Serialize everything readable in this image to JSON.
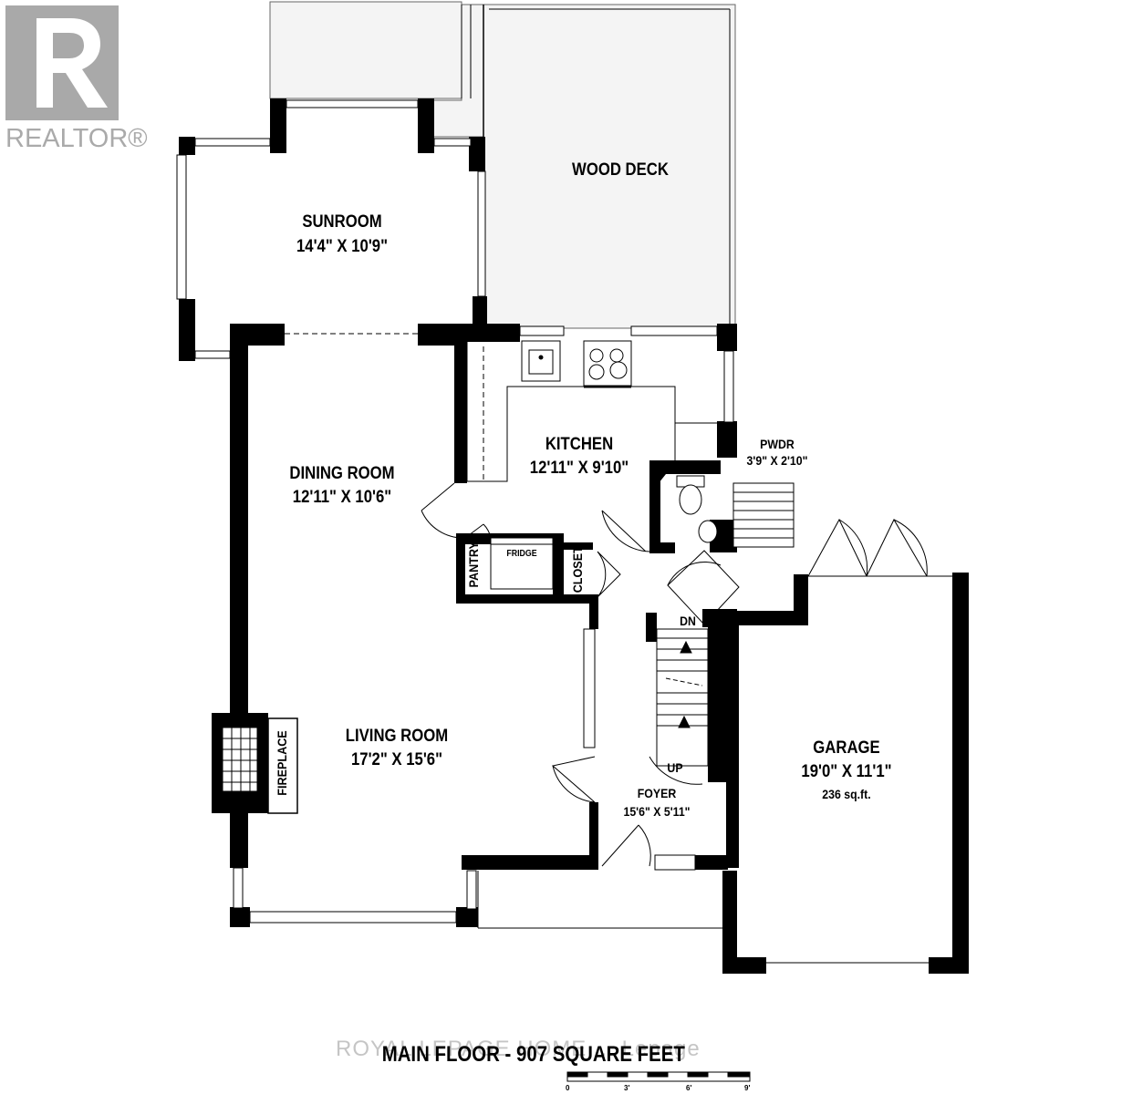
{
  "logo": {
    "text": "REALTOR®",
    "color": "#a9a9a9"
  },
  "rooms": {
    "wood_deck": {
      "name": "WOOD DECK"
    },
    "sunroom": {
      "name": "SUNROOM",
      "dims": "14'4\" X 10'9\""
    },
    "kitchen": {
      "name": "KITCHEN",
      "dims": "12'11\" X 9'10\""
    },
    "pwdr": {
      "name": "PWDR",
      "dims": "3'9\" X 2'10\""
    },
    "dining": {
      "name": "DINING ROOM",
      "dims": "12'11\" X 10'6\""
    },
    "living": {
      "name": "LIVING ROOM",
      "dims": "17'2\" X 15'6\""
    },
    "foyer": {
      "name": "FOYER",
      "dims": "15'6\" X 5'11\""
    },
    "garage": {
      "name": "GARAGE",
      "dims": "19'0\" X 11'1\"",
      "area": "236 sq.ft."
    }
  },
  "labels": {
    "pantry": "PANTRY",
    "fridge": "FRIDGE",
    "closet": "CLOSET",
    "fireplace": "FIREPLACE",
    "stairs_down": "DN",
    "stairs_up": "UP"
  },
  "footer": {
    "title": "MAIN FLOOR - 907 SQUARE FEET",
    "watermark": "ROYAL LEPAGE HOME ... Lepage"
  },
  "scale_bar": {
    "ticks": [
      "0",
      "3'",
      "6'",
      "9'"
    ]
  },
  "colors": {
    "wall": "#000000",
    "background": "#ffffff",
    "watermark": "#999999"
  }
}
